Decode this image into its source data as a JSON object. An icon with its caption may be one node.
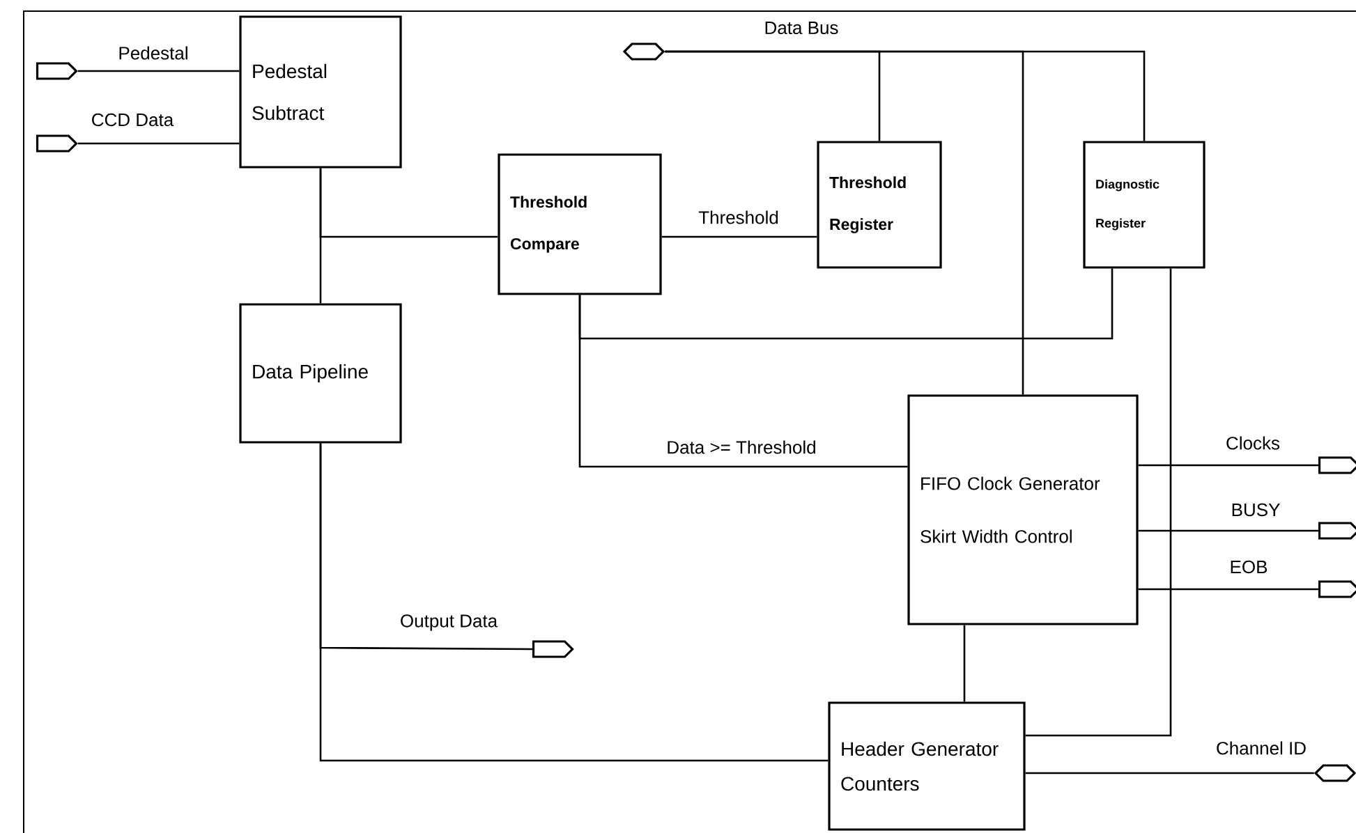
{
  "diagram": {
    "nodes": [
      {
        "text": [
          "Pedestal Subtract"
        ]
      },
      {
        "text": [
          "Threshold Compare"
        ]
      },
      {
        "text": [
          "Threshold Register"
        ]
      },
      {
        "text": [
          "Diagnostic Register"
        ]
      },
      {
        "text": [
          "Data Pipeline"
        ]
      },
      {
        "text": [
          "FIFO Clock Generator",
          "Skirt Width Control"
        ]
      },
      {
        "text": [
          "Header Generator",
          "Counters"
        ]
      },
      {
        "text": [],
        "shape": "pentagon"
      },
      {
        "text": [],
        "shape": "pentagon"
      },
      {
        "text": [],
        "shape": "hexagon"
      },
      {
        "text": [],
        "shape": "pentagon"
      },
      {
        "text": [],
        "shape": "pentagon"
      },
      {
        "text": [],
        "shape": "pentagon"
      },
      {
        "text": [],
        "shape": "pentagon"
      },
      {
        "text": [],
        "shape": "hexagon"
      }
    ],
    "edges": [
      {
        "from": 7,
        "to": 0,
        "arrow": "none",
        "label": "Pedestal"
      },
      {
        "from": 8,
        "to": 0,
        "arrow": "none",
        "label": "CCD Data"
      },
      {
        "from": 0,
        "to": 4,
        "arrow": "none"
      },
      {
        "from": 0,
        "to": 1,
        "arrow": "none"
      },
      {
        "from": 1,
        "to": 2,
        "arrow": "none",
        "label": "Threshold"
      },
      {
        "from": 9,
        "to": 2,
        "arrow": "none",
        "label": "Data Bus"
      },
      {
        "from": 9,
        "to": 5,
        "arrow": "none"
      },
      {
        "from": 9,
        "to": 3,
        "arrow": "none"
      },
      {
        "from": 1,
        "to": 5,
        "arrow": "none",
        "label": "Data >= Threshold"
      },
      {
        "from": 1,
        "to": 3,
        "arrow": "none"
      },
      {
        "from": 3,
        "to": 6,
        "arrow": "none"
      },
      {
        "from": 5,
        "to": 11,
        "arrow": "none",
        "label": "Clocks"
      },
      {
        "from": 5,
        "to": 12,
        "arrow": "none",
        "label": "BUSY"
      },
      {
        "from": 5,
        "to": 13,
        "arrow": "none",
        "label": "EOB"
      },
      {
        "from": 5,
        "to": 6,
        "arrow": "none"
      },
      {
        "from": 4,
        "to": 6,
        "arrow": "none"
      },
      {
        "from": 4,
        "to": 10,
        "arrow": "none",
        "label": "Output Data"
      },
      {
        "from": 6,
        "to": 14,
        "arrow": "none",
        "label": "Channel ID"
      }
    ]
  }
}
